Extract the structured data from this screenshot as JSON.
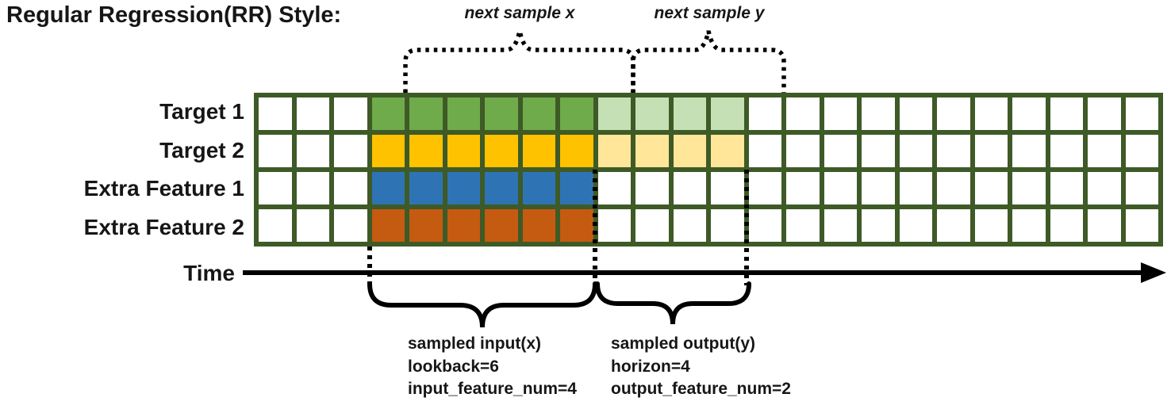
{
  "title": "Regular Regression(RR) Style:",
  "annotations": {
    "next_sample_x": "next sample x",
    "next_sample_y": "next sample y"
  },
  "axis": {
    "label": "Time"
  },
  "grid": {
    "columns": 24,
    "border_color": "#3E5A26",
    "input_start_col": 3,
    "lookback": 6,
    "horizon": 4,
    "rows": [
      {
        "label": "Target 1",
        "input_color": "#6FAB4B",
        "output_color": "#C5E0B4"
      },
      {
        "label": "Target 2",
        "input_color": "#FEC200",
        "output_color": "#FFE699"
      },
      {
        "label": "Extra Feature 1",
        "input_color": "#2E74B5",
        "output_color": null
      },
      {
        "label": "Extra Feature 2",
        "input_color": "#C55A11",
        "output_color": null
      }
    ]
  },
  "input_label": {
    "line1": "sampled input(x)",
    "line2": "lookback=6",
    "line3": "input_feature_num=4"
  },
  "output_label": {
    "line1": "sampled output(y)",
    "line2": "horizon=4",
    "line3": "output_feature_num=2"
  },
  "line_color": "#000000"
}
